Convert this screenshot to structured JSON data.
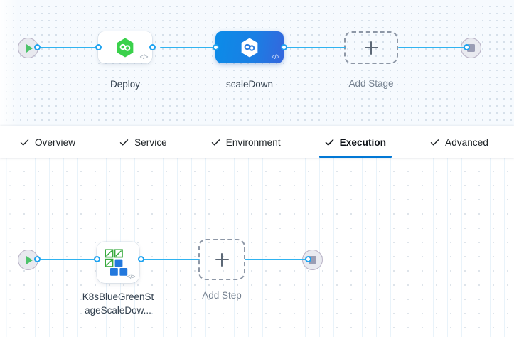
{
  "theme": {
    "accent_blue": "#0278d5",
    "link_blue": "#30b3f0",
    "port_blue": "#1fa3f0",
    "stage_green": "#38d24a",
    "stage_canvas_bg": "#f6fafe",
    "step_canvas_bg": "#ffffff",
    "dashed_border": "#8d97a6",
    "label_color": "#33414f"
  },
  "stage_graph": {
    "name": "pipeline-stage-graph",
    "start_node": {
      "icon": "play-icon",
      "label": ""
    },
    "end_node": {
      "icon": "stop-icon",
      "label": ""
    },
    "nodes": [
      {
        "id": "deploy",
        "label": "Deploy",
        "icon": "harness-hexagon-green-icon",
        "type": "stage",
        "selected": false,
        "code_glyph": "</>"
      },
      {
        "id": "scaledown",
        "label": "scaleDown",
        "icon": "harness-hexagon-white-icon",
        "type": "stage",
        "selected": true,
        "code_glyph": "</>"
      },
      {
        "id": "add-stage",
        "label": "Add Stage",
        "icon": "plus-icon",
        "type": "add-button",
        "selected": false,
        "code_glyph": ""
      }
    ]
  },
  "tabbar": {
    "name": "stage-config-tabs",
    "tabs": [
      {
        "id": "overview",
        "label": "Overview",
        "icon": "check-icon",
        "active": false
      },
      {
        "id": "service",
        "label": "Service",
        "icon": "check-icon",
        "active": false
      },
      {
        "id": "environment",
        "label": "Environment",
        "icon": "check-icon",
        "active": false
      },
      {
        "id": "execution",
        "label": "Execution",
        "icon": "check-icon",
        "active": true
      },
      {
        "id": "advanced",
        "label": "Advanced",
        "icon": "check-icon",
        "active": false
      }
    ]
  },
  "step_graph": {
    "name": "execution-step-graph",
    "start_node": {
      "icon": "play-icon",
      "label": ""
    },
    "end_node": {
      "icon": "stop-icon",
      "label": ""
    },
    "nodes": [
      {
        "id": "k8s-bg-scaledown",
        "label_line1": "K8sBlueGreenSt",
        "label_line2": "ageScaleDow...",
        "icon": "k8s-bluegreen-squares-icon",
        "type": "step",
        "code_glyph": "</>"
      },
      {
        "id": "add-step",
        "label_line1": "Add Step",
        "label_line2": "",
        "icon": "plus-icon",
        "type": "add-button",
        "code_glyph": ""
      }
    ]
  }
}
